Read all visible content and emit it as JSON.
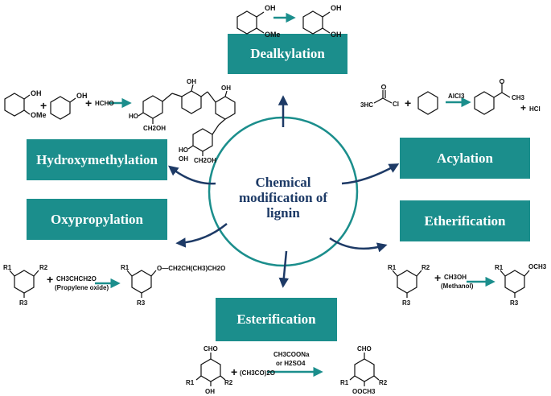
{
  "center": {
    "lines": [
      "Chemical",
      "modification of",
      "lignin"
    ]
  },
  "methods": {
    "dealkylation": "Dealkylation",
    "hydroxymethylation": "Hydroxymethylation",
    "oxypropylation": "Oxypropylation",
    "acylation": "Acylation",
    "etherification": "Etherification",
    "esterification": "Esterification"
  },
  "reactions": {
    "dealkylation": {
      "oh": "OH",
      "ome": "OMe",
      "oh2": "OH"
    },
    "hydroxymethylation": {
      "oh": "OH",
      "ome": "OMe",
      "plus1": "+",
      "oh_b": "OH",
      "plus2": "+",
      "reagent": "HCHO",
      "p_oh1": "OH",
      "p_oh2": "OH",
      "p_ho": "HO",
      "p_ch2oh": "CH2OH",
      "p_ho2": "HO",
      "p_oh3": "OH",
      "p_ch2oh2": "CH2OH"
    },
    "acylation": {
      "reagent_left": "3HC",
      "reagent_cl": "Cl",
      "plus1": "+",
      "catalyst": "AlCl3",
      "product_ch3": "CH3",
      "plus2": "+",
      "byproduct": "HCl"
    },
    "oxypropylation": {
      "r1": "R1",
      "r2": "R2",
      "r3": "R3",
      "plus": "+",
      "reagent": "CH3CHCH2O",
      "reagent_name": "(Propylene oxide)",
      "p_r1": "R1",
      "p_r3": "R3",
      "p_chain": "O—CH2CH(CH3)CH2O"
    },
    "etherification": {
      "r1": "R1",
      "r2": "R2",
      "r3": "R3",
      "plus": "+",
      "reagent": "CH3OH",
      "reagent_name": "(Methanol)",
      "p_r1": "R1",
      "p_och3": "OCH3",
      "p_r3": "R3"
    },
    "esterification": {
      "cho": "CHO",
      "r1": "R1",
      "r2": "R2",
      "oh": "OH",
      "plus": "+",
      "reagent": "(CH3CO)2O",
      "cond1": "CH3COONa",
      "cond2": "or H2SO4",
      "p_cho": "CHO",
      "p_r1": "R1",
      "p_r2": "R2",
      "p_ooch3": "OOCH3"
    }
  },
  "colors": {
    "box": "#1b8e8c",
    "circle": "#1b8e8c",
    "arrows": "#1d3a66",
    "center_text": "#1d3a66",
    "reaction_arrow": "#1b8e8c"
  }
}
